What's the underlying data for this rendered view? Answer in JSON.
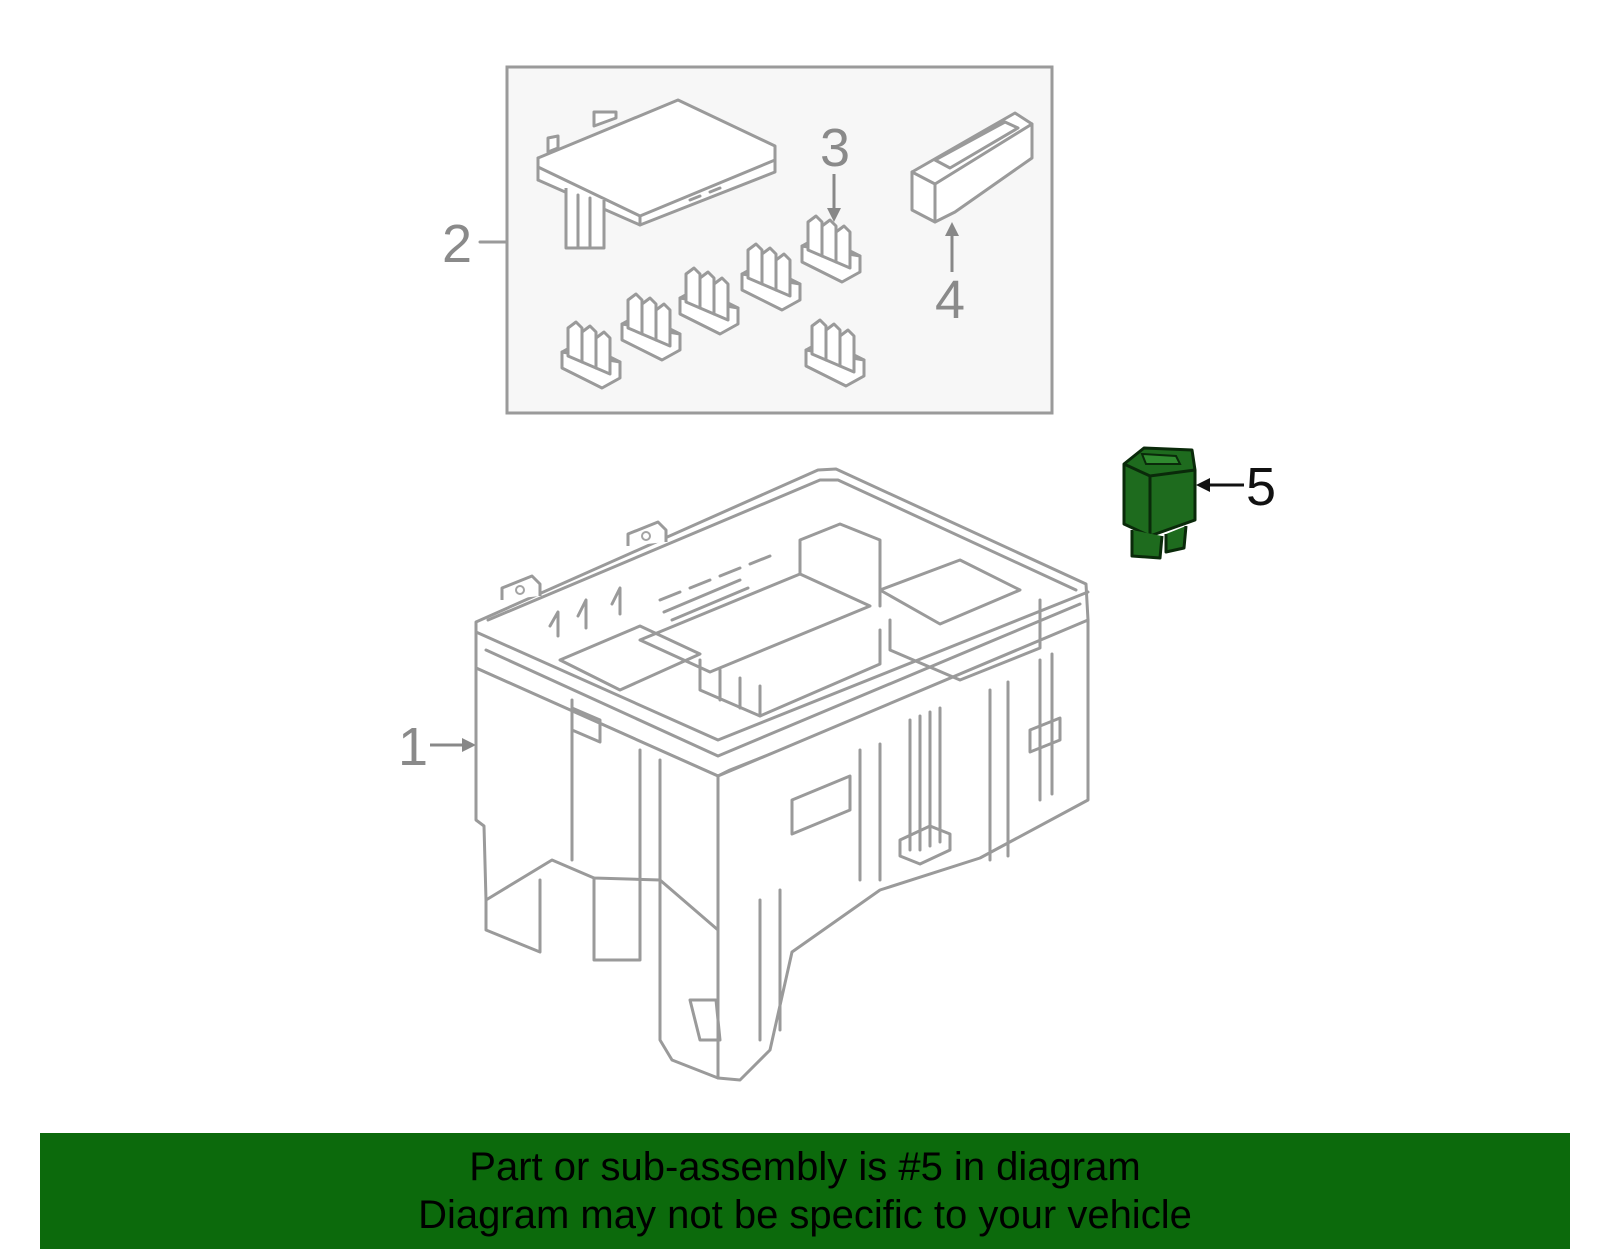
{
  "callouts": {
    "c1": "1",
    "c2": "2",
    "c3": "3",
    "c4": "4",
    "c5": "5"
  },
  "highlight_part": "5",
  "colors": {
    "highlight": "#1e6b1e",
    "banner": "#0c6a0c",
    "line": "#9a9a9a",
    "kit_box_fill": "#f7f7f7"
  },
  "banner": {
    "line1": "Part or sub-assembly is #5 in diagram",
    "line2": "Diagram may not be specific to your vehicle"
  }
}
